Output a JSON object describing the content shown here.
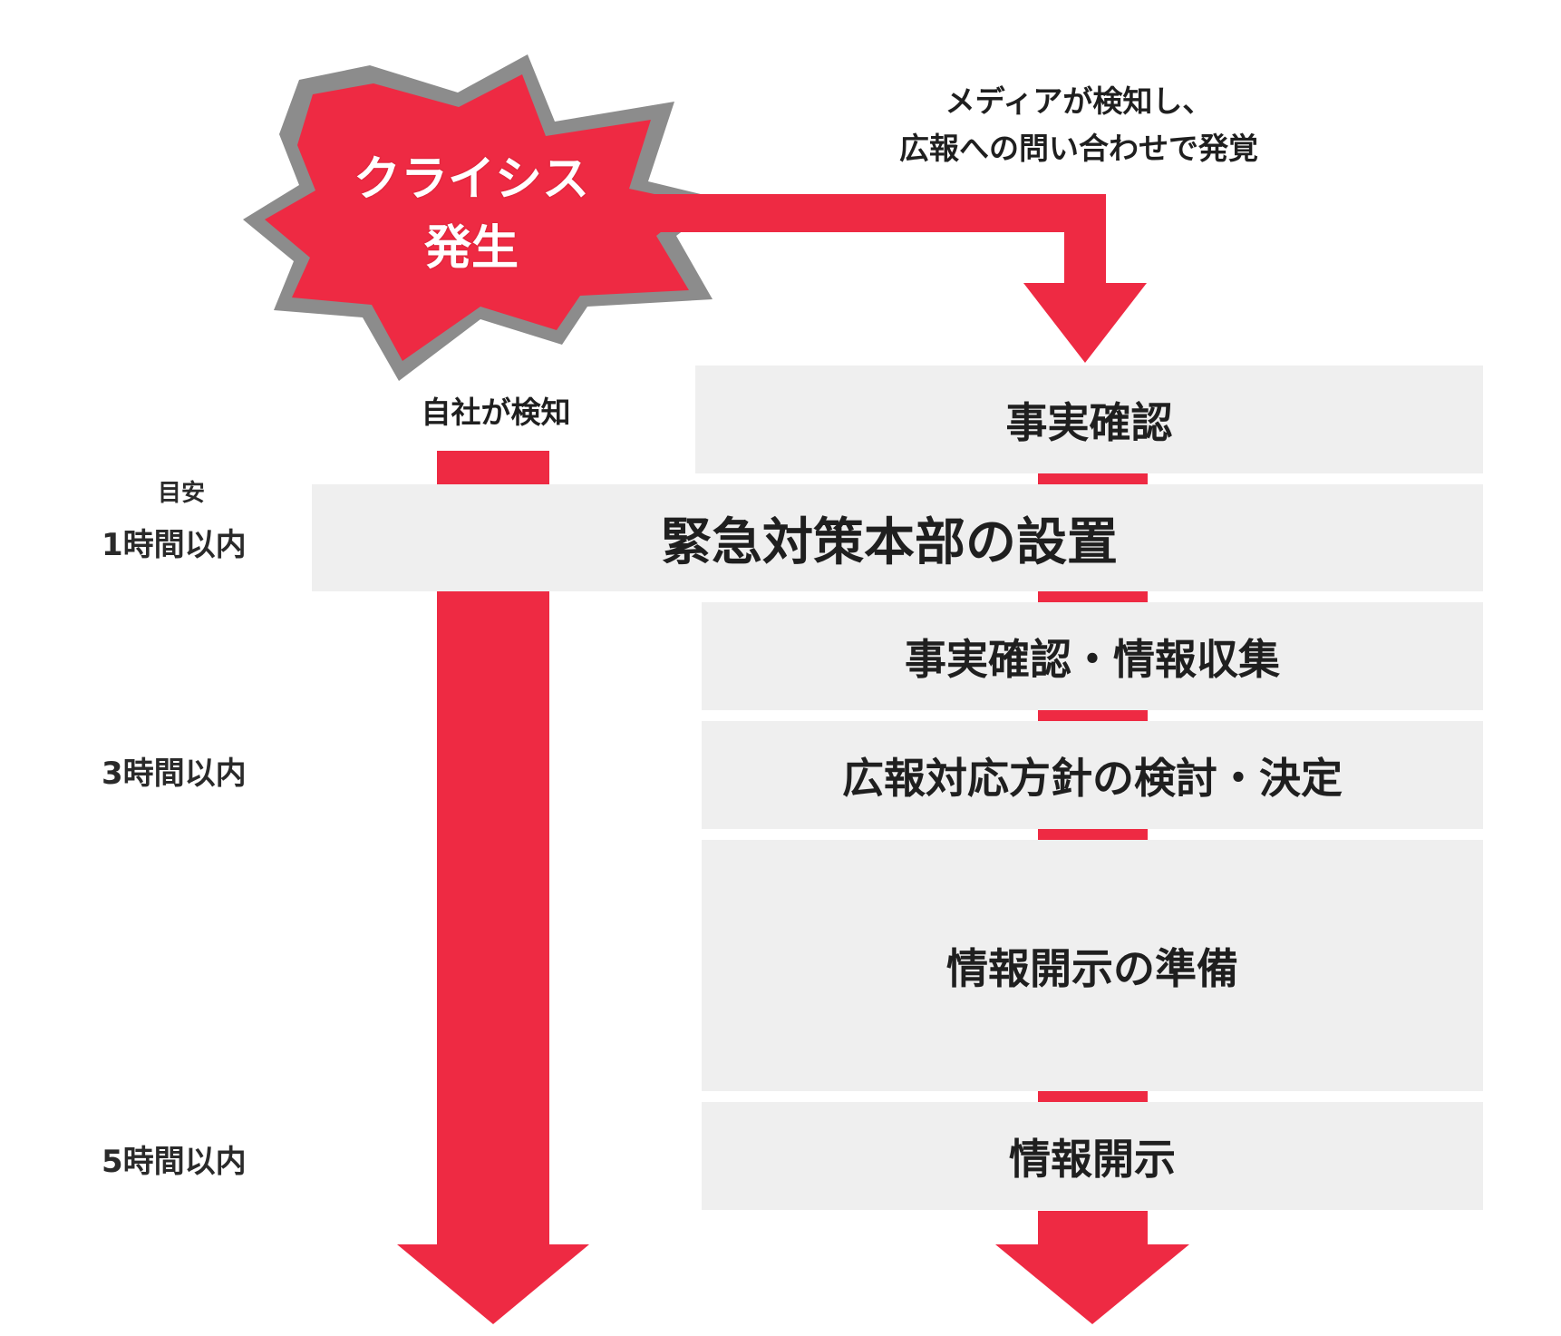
{
  "colors": {
    "accent_red": "#ee2a43",
    "burst_outline": "#8c8c8c",
    "box_fill": "#efefef",
    "text_dark": "#1f1f1f"
  },
  "crisis": {
    "line1": "クライシス",
    "line2": "発生"
  },
  "media_note": {
    "line1": "メディアが検知し、",
    "line2": "広報への問い合わせで発覚"
  },
  "self_detect_label": "自社が検知",
  "timeline": {
    "guide_label": "目安",
    "marks": [
      "1時間以内",
      "3時間以内",
      "5時間以内"
    ]
  },
  "steps": [
    "事実確認",
    "緊急対策本部の設置",
    "事実確認・情報収集",
    "広報対応方針の検討・決定",
    "情報開示の準備",
    "情報開示"
  ]
}
